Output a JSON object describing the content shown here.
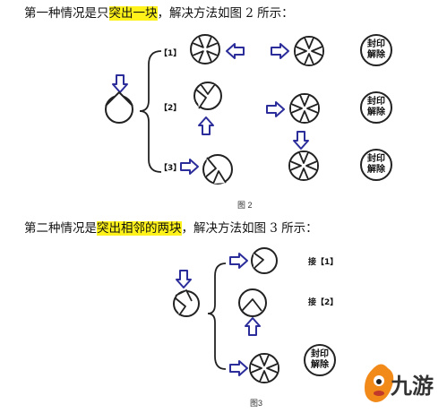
{
  "para1": {
    "prefix": "第一种情况是只",
    "highlight": "突出一块",
    "suffix": "，解决方法如图 2 所示："
  },
  "fig2": {
    "caption": "图 2",
    "branches": [
      "【1】",
      "【2】",
      "【3】"
    ],
    "seal_line1": "封印",
    "seal_line2": "解除"
  },
  "para2": {
    "prefix": "第二种情况是",
    "highlight": "突出相邻的两块",
    "suffix": "，解决方法如图 3 所示："
  },
  "fig3": {
    "caption": "图3",
    "tag1": "接【1】",
    "tag2": "接【2】",
    "seal_line1": "封印",
    "seal_line2": "解除"
  },
  "watermark": {
    "text": "九游"
  },
  "colors": {
    "highlight": "#fff21a",
    "arrow": "#2b2d9a",
    "stroke": "#222222"
  }
}
